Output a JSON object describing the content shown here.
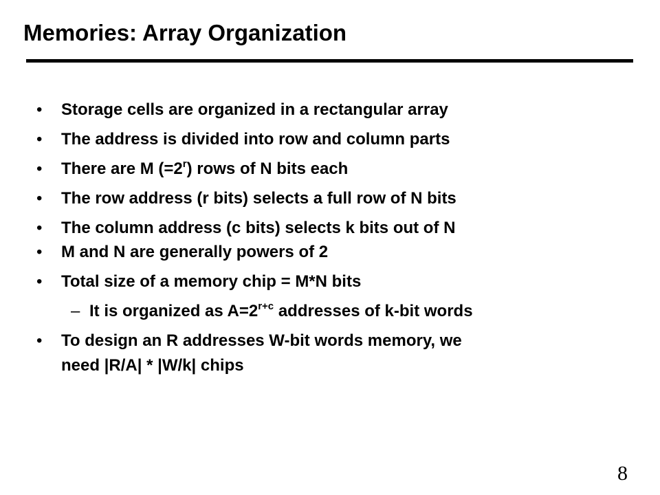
{
  "slide": {
    "title": "Memories:  Array Organization",
    "page_number": "8"
  },
  "bullets": [
    {
      "parts": [
        "Storage cells are organized in a rectangular array"
      ]
    },
    {
      "parts": [
        "The address is divided into row and column parts"
      ]
    },
    {
      "parts": [
        "There are M (=2",
        "r",
        ") rows of N bits each"
      ]
    },
    {
      "parts": [
        "The row address (r bits) selects a full row of N bits"
      ]
    },
    {
      "parts": [
        "The column address (c bits) selects k bits out of N"
      ]
    },
    {
      "parts": [
        "M and N are generally powers of 2"
      ]
    },
    {
      "parts": [
        "Total size of a memory chip = M*N bits"
      ]
    },
    {
      "parts": [
        "It is organized as A=2",
        "r+c",
        " addresses of k-bit words"
      ]
    },
    {
      "lines": [
        "To design an R addresses W-bit words memory, we",
        "need |R/A| * |W/k| chips"
      ]
    }
  ],
  "markers": {
    "bullet": "•",
    "dash": "–"
  }
}
